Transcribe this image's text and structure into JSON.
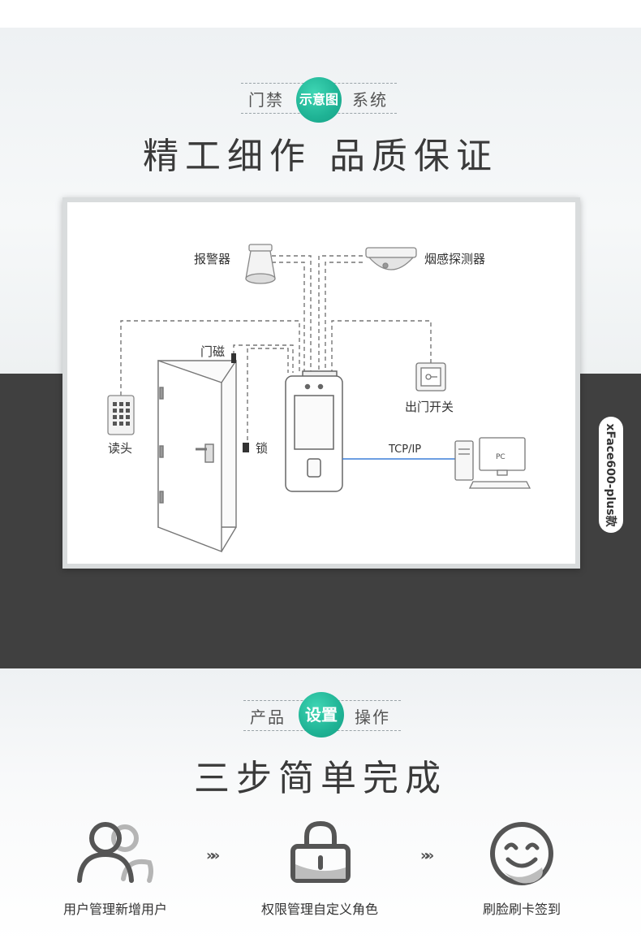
{
  "section1": {
    "tag_left": "门禁",
    "tag_bubble": "示意图",
    "tag_right": "系统",
    "title": "精工细作 品质保证"
  },
  "diagram": {
    "alarm": "报警器",
    "smoke": "烟感探测器",
    "door_sensor": "门磁",
    "reader": "读头",
    "lock": "锁",
    "exit_switch": "出门开关",
    "network": "TCP/IP",
    "pc": "PC"
  },
  "side_badge": "xFace600-plus款",
  "section2": {
    "tag_left": "产品",
    "tag_bubble": "设置",
    "tag_right": "操作",
    "title": "三步简单完成"
  },
  "steps": [
    {
      "icon": "users-icon",
      "label": "用户管理新增用户"
    },
    {
      "icon": "lock-icon",
      "label": "权限管理自定义角色"
    },
    {
      "icon": "smile-icon",
      "label": "刷脸刷卡签到"
    }
  ],
  "arrow_glyph": "»»",
  "colors": {
    "accent": "#1fb395",
    "dark_band": "#404040",
    "network_line": "#3b7fd8"
  }
}
